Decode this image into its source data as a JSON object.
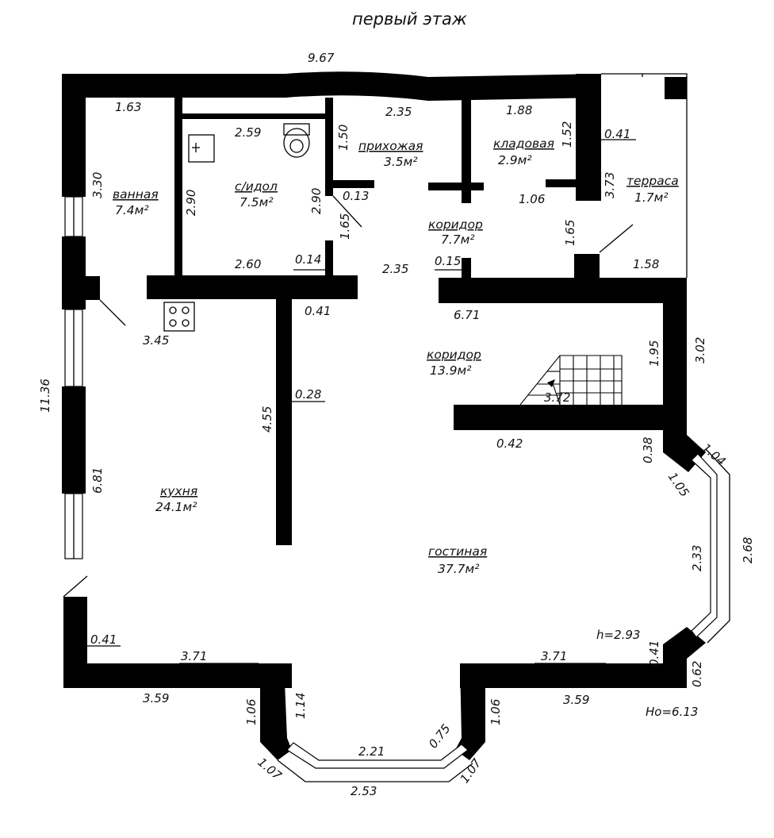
{
  "title": "первый этаж",
  "rooms": {
    "vannaya": {
      "name": "ванная",
      "area": "7.4м²"
    },
    "sanuzel": {
      "name": "с/идол",
      "area": "7.5м²"
    },
    "prihozhaya": {
      "name": "прихожая",
      "area": "3.5м²"
    },
    "kladovaya": {
      "name": "кладовая",
      "area": "2.9м²"
    },
    "terrasa": {
      "name": "терраса",
      "area": "1.7м²"
    },
    "koridor1": {
      "name": "коридор",
      "area": "7.7м²"
    },
    "koridor2": {
      "name": "коридор",
      "area": "13.9м²"
    },
    "kuhnya": {
      "name": "кухня",
      "area": "24.1м²"
    },
    "gostinaya": {
      "name": "гостиная",
      "area": "37.7м²"
    }
  },
  "dims": {
    "top_total": "9.67",
    "d163": "1.63",
    "d235_top": "2.35",
    "d188": "1.88",
    "d259": "2.59",
    "d150": "1.50",
    "d152": "1.52",
    "d041_tr": "0.41",
    "d330": "3.30",
    "d290_l": "2.90",
    "d290_r": "2.90",
    "d013": "0.13",
    "d373": "3.73",
    "d106_kl": "1.06",
    "d165_l": "1.65",
    "d165_r": "1.65",
    "d260": "2.60",
    "d014": "0.14",
    "d235_mid": "2.35",
    "d015": "0.15",
    "d158": "1.58",
    "d041_mid": "0.41",
    "d345": "3.45",
    "d671": "6.71",
    "d195": "1.95",
    "d302": "3.02",
    "d1136": "11.36",
    "d028": "0.28",
    "d455": "4.55",
    "d372": "3.72",
    "d042": "0.42",
    "d038": "0.38",
    "d104": "1.04",
    "d105": "1.05",
    "d681": "6.81",
    "d233": "2.33",
    "d268": "2.68",
    "h": "h=2.93",
    "d041_br": "0.41",
    "d041_bl": "0.41",
    "d371_l": "3.71",
    "d371_r": "3.71",
    "d062": "0.62",
    "d359_l": "3.59",
    "d359_r": "3.59",
    "d106_bl": "1.06",
    "d114": "1.14",
    "d106_br": "1.06",
    "d221": "2.21",
    "d075": "0.75",
    "d107_l": "1.07",
    "d107_r": "1.07",
    "d253": "2.53",
    "ho": "Ho=6.13"
  }
}
